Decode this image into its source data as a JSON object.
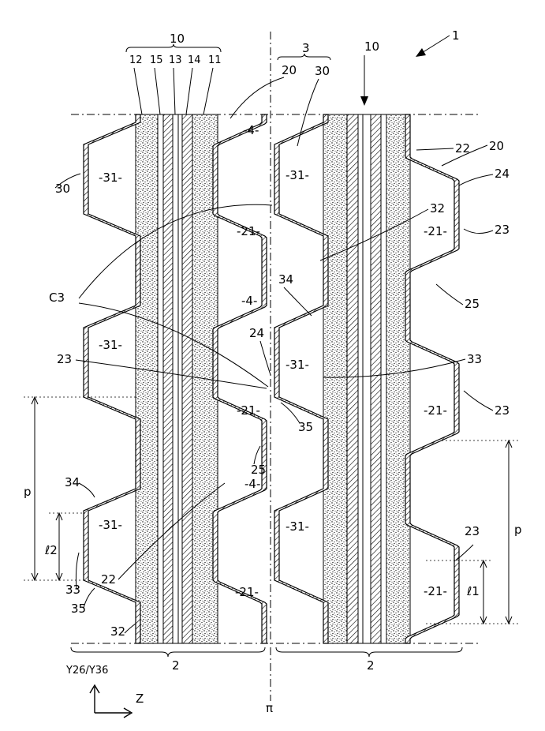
{
  "labels": {
    "fig_ref": "1",
    "top_assembly": "10",
    "top_parts": [
      "12",
      "15",
      "13",
      "14",
      "11"
    ],
    "right_group": "3",
    "right_sub": "30",
    "center_20": "20",
    "right_10": "10",
    "c3": "C3",
    "cell_31": "-31-",
    "cell_21": "-21-",
    "cell_4": "-4-",
    "n22": "22",
    "n20": "20",
    "n24": "24",
    "n23": "23",
    "n25": "25",
    "n32": "32",
    "n34": "34",
    "n33": "33",
    "n35": "35",
    "n30": "30",
    "p": "p",
    "l2": "ℓ2",
    "l1": "ℓ1",
    "bottom_2": "2",
    "axis_y": "Y26/Y36",
    "axis_z": "Z",
    "pi": "π"
  }
}
